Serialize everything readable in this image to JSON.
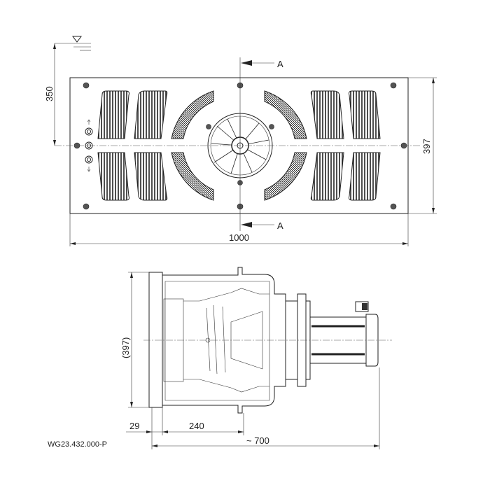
{
  "drawing": {
    "section_label_top": "A",
    "section_label_bottom": "A",
    "dim_depth": "350",
    "dim_height": "397",
    "dim_width": "1000",
    "dim_side_height": "(397)",
    "dim_flange": "29",
    "dim_body": "240",
    "dim_total": "~ 700",
    "part_number": "WG23.432.000-P"
  }
}
